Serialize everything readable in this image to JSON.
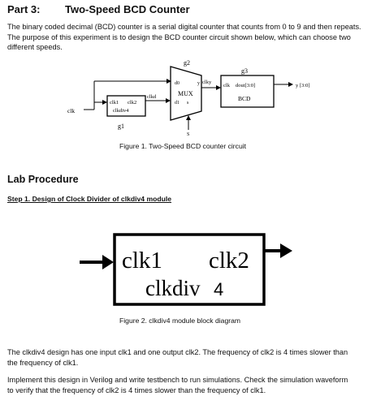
{
  "header": {
    "part": "Part 3:",
    "title": "Two-Speed BCD Counter"
  },
  "intro": {
    "line1": "The binary coded decimal (BCD) counter is a serial digital counter that counts from 0 to 9 and then repeats.",
    "line2": "The purpose of this experiment is to design the BCD counter circuit shown below, which can choose two",
    "line3": "different speeds."
  },
  "figure1": {
    "caption": "Figure 1. Two-Speed BCD counter circuit",
    "labels": {
      "g2": "g2",
      "g3": "g3",
      "g1": "g1",
      "clk": "clk",
      "d0": "d0",
      "d1": "d1",
      "mux": "MUX",
      "s_pin": "s",
      "y_pin": "y",
      "s_input": "S",
      "clky": "clky",
      "clkd": "clkd",
      "div_clk1": "clk1",
      "div_clk2": "clk2",
      "div_name": "clkdiv4",
      "bcd_clk": "clk",
      "bcd_dout": "dout[3:0]",
      "bcd_name": "BCD",
      "y_output": "y [3:0]"
    }
  },
  "lab": {
    "heading": "Lab Procedure",
    "step1": "Step 1. Design of Clock Divider of clkdiv4 module"
  },
  "figure2": {
    "caption": "Figure 2. clkdiv4 module block diagram",
    "labels": {
      "clk1": "clk1",
      "clk2": "clk2",
      "name": "clkdiv",
      "name_suffix": "4"
    }
  },
  "outro": {
    "p1_line1": "The clkdiv4 design has one input clk1 and one output clk2. The frequency of clk2 is 4 times slower than",
    "p1_line2": "the frequency of clk1.",
    "p2_line1": "Implement this design in Verilog and write testbench to run simulations. Check the simulation waveform",
    "p2_line2": "to verify that the frequency of clk2 is 4 times slower than the frequency of clk1."
  }
}
